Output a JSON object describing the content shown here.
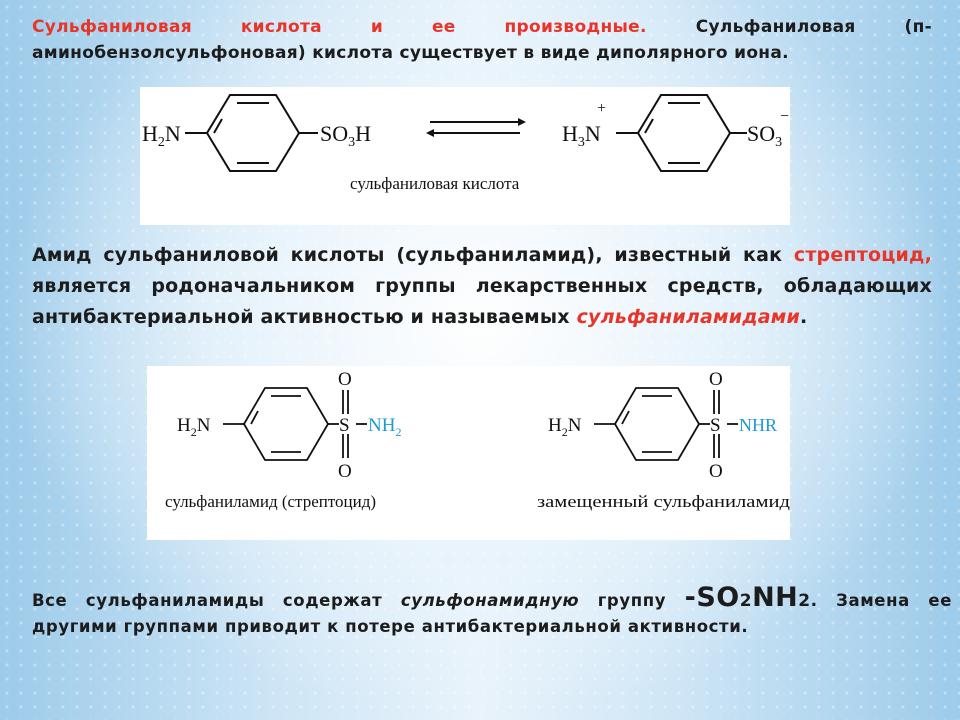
{
  "para1": {
    "title": "Сульфаниловая кислота и ее производные.",
    "text": " Сульфаниловая (п-аминобензолсульфоновая) кислота существует в виде диполярного иона."
  },
  "scheme1": {
    "left_amine": "H",
    "left_amine_sub": "2",
    "left_amine_n": "N",
    "left_acid": "SO",
    "left_acid_sub": "3",
    "left_acid_h": "H",
    "right_amine": "H",
    "right_amine_sub": "3",
    "right_amine_n": "N",
    "right_plus": "+",
    "right_acid": "SO",
    "right_acid_sub": "3",
    "right_minus": "−",
    "caption": "сульфаниловая кислота"
  },
  "para2": {
    "part1": "Амид сульфаниловой кислоты (сульфаниламид), известный как ",
    "highlight": "стрептоцид,",
    "part2": " является родоначальником группы лекарственных средств, обладающих антибактериальной активностью и называемых ",
    "highlight2": "сульфаниламидами",
    "end": "."
  },
  "scheme2": {
    "amine": "H",
    "amine_sub": "2",
    "amine_n": "N",
    "oxygen": "O",
    "sulfur": "S",
    "left_group": "NH",
    "left_group_sub": "2",
    "right_group": "NHR",
    "left_caption": "сульфаниламид (стрептоцид)",
    "right_caption": "замещенный сульфаниламид",
    "group_color": "#1a9ad6"
  },
  "para3": {
    "part1": "Все сульфаниламиды содержат ",
    "italic": "сульфонамидную",
    "part2": " группу ",
    "formula_a": "-SO",
    "formula_sub1": "2",
    "formula_b": "NH",
    "formula_sub2": "2",
    "formula_end": ".",
    "part3": " Замена ее другими группами приводит к потере антибактериальной активности."
  }
}
